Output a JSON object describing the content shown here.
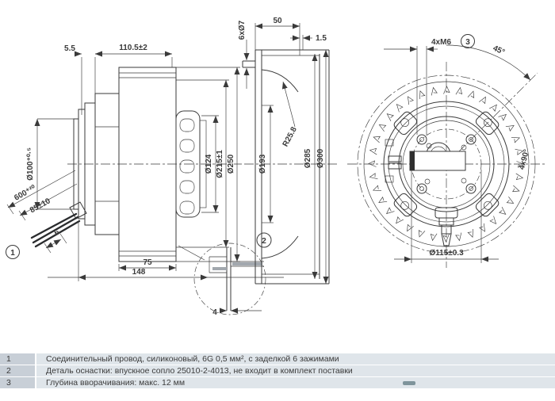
{
  "colors": {
    "line": "#3a3a3a",
    "row_bg": "#dfe5ea",
    "num_bg": "#c8cfd7",
    "dash": "#7e949b",
    "text": "#3b3b3b"
  },
  "drawing": {
    "side_view": {
      "dims": {
        "flange_offset": "5.5",
        "motor_length": "110.5±2",
        "spigot_dia": "Ø100⁺⁰·⁵",
        "cable_length": "600⁺²⁰",
        "cable_strip": "85±10",
        "cable_end": "6",
        "rotor_dia": "Ø124",
        "ring_dia": "Ø215±1",
        "outer_dia": "Ø250",
        "motor_depth": "75",
        "total_depth": "148",
        "plate_thickness": "4"
      }
    },
    "section_view": {
      "dims": {
        "holes": "6xØ7",
        "depth": "50",
        "flange_thickness": "1.5",
        "inlet_radius": "R25.8",
        "inlet_dia": "Ø193",
        "back_dia": "Ø285",
        "overall_dia": "Ø300"
      }
    },
    "front_view": {
      "dims": {
        "bolts": "4xM6",
        "angle": "45°",
        "pattern": "4x90°",
        "bolt_circle": "Ø115±0.3"
      }
    },
    "callouts": {
      "c1": "1",
      "c2": "2",
      "c3": "3"
    }
  },
  "notes": {
    "rows": [
      {
        "num": "1",
        "text": "Соединительный провод, силиконовый, 6G 0,5 мм², с заделкой 6 зажимами"
      },
      {
        "num": "2",
        "text": "Деталь оснастки: впускное сопло 25010-2-4013, не входит в комплект поставки"
      },
      {
        "num": "3",
        "text": "Глубина вворачивания: макс. 12 мм"
      }
    ]
  }
}
